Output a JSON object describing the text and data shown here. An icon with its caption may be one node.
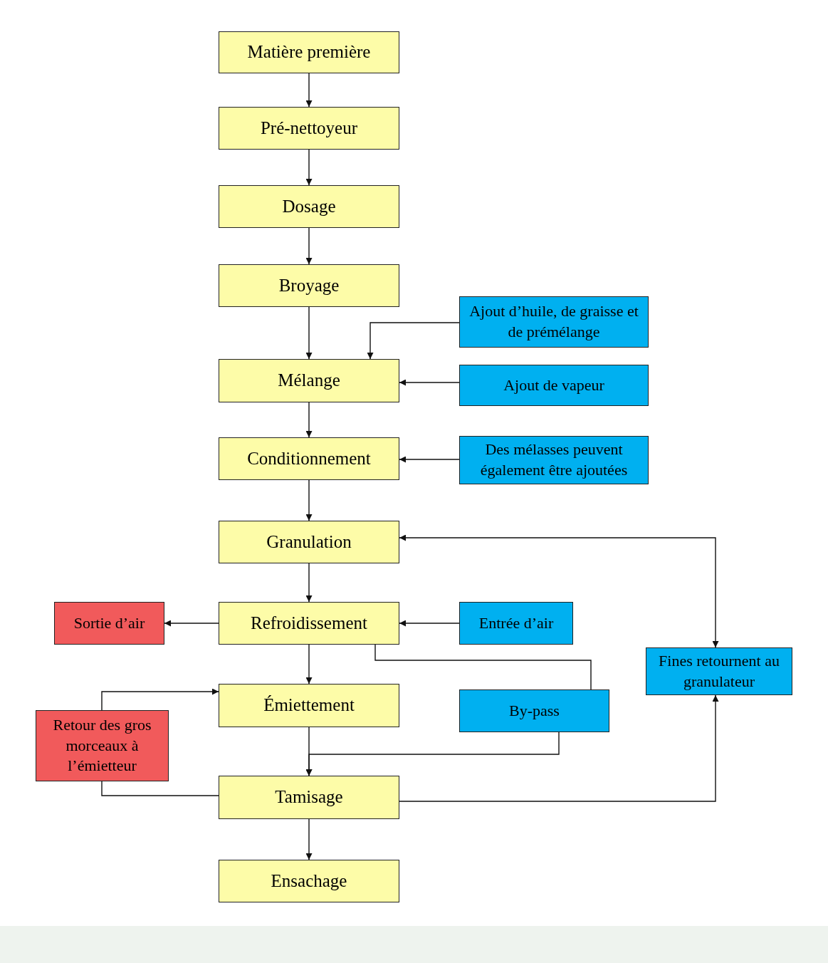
{
  "diagram": {
    "nodes": [
      {
        "text": [
          "Matière première"
        ]
      },
      {
        "text": [
          "Pré-nettoyeur"
        ]
      },
      {
        "text": [
          "Dosage"
        ]
      },
      {
        "text": [
          "Broyage"
        ]
      },
      {
        "text": [
          "Ajout d’huile, de graisse et de prémélange"
        ]
      },
      {
        "text": [
          "Mélange"
        ]
      },
      {
        "text": [
          "Ajout de vapeur"
        ]
      },
      {
        "text": [
          "Conditionnement"
        ]
      },
      {
        "text": [
          "Des mélasses peuvent également être ajoutées"
        ]
      },
      {
        "text": [
          "Granulation"
        ]
      },
      {
        "text": [
          "Sortie d’air"
        ]
      },
      {
        "text": [
          "Refroidissement"
        ]
      },
      {
        "text": [
          "Entrée d’air"
        ]
      },
      {
        "text": [
          "Fines retournent au granulateur"
        ]
      },
      {
        "text": [
          "Retour des gros morceaux à l’émietteur"
        ]
      },
      {
        "text": [
          "Émiettement"
        ]
      },
      {
        "text": [
          "By-pass"
        ]
      },
      {
        "text": [
          "Tamisage"
        ]
      },
      {
        "text": [
          "Ensachage"
        ]
      }
    ],
    "edges": [
      {
        "from": 0,
        "to": 1,
        "arrow": "to"
      },
      {
        "from": 1,
        "to": 2,
        "arrow": "to"
      },
      {
        "from": 2,
        "to": 3,
        "arrow": "to"
      },
      {
        "from": 3,
        "to": 5,
        "arrow": "to"
      },
      {
        "from": 4,
        "to": 5,
        "arrow": "to"
      },
      {
        "from": 6,
        "to": 5,
        "arrow": "to"
      },
      {
        "from": 5,
        "to": 7,
        "arrow": "to"
      },
      {
        "from": 8,
        "to": 7,
        "arrow": "to"
      },
      {
        "from": 7,
        "to": 9,
        "arrow": "to"
      },
      {
        "from": 9,
        "to": 13,
        "arrow": "both"
      },
      {
        "from": 9,
        "to": 11,
        "arrow": "to"
      },
      {
        "from": 11,
        "to": 10,
        "arrow": "to"
      },
      {
        "from": 12,
        "to": 11,
        "arrow": "to"
      },
      {
        "from": 11,
        "to": 15,
        "arrow": "to"
      },
      {
        "from": 11,
        "to": 16,
        "arrow": "none"
      },
      {
        "from": 15,
        "to": 17,
        "arrow": "to"
      },
      {
        "from": 16,
        "to": 17,
        "arrow": "to"
      },
      {
        "from": 17,
        "to": 14,
        "arrow": "none"
      },
      {
        "from": 14,
        "to": 15,
        "arrow": "to"
      },
      {
        "from": 17,
        "to": 13,
        "arrow": "to"
      },
      {
        "from": 17,
        "to": 18,
        "arrow": "to"
      }
    ]
  }
}
